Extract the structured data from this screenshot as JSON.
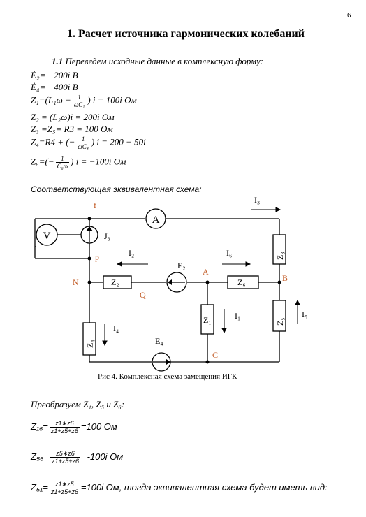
{
  "page_number": "6",
  "section_title": "1. Расчет источника гармонических колебаний",
  "subsection": {
    "number": "1.1",
    "text": "Переведем исходные данные в комплексную форму:"
  },
  "equations": {
    "e2": "Ė₂= −200i В",
    "e4": "Ė₄= −400i В",
    "z1_left": "Z₁=(L₁ω −",
    "z1_num": "1",
    "z1_den": "ωC₁",
    "z1_right": ") i = 100i Ом",
    "z2": "Z₂ = (L₂ω)i = 200i  Ом",
    "z3": "Z₃ =Z₅= R3  = 100 Ом",
    "z4_left": "Z₄=R4 + (−",
    "z4_num": "1",
    "z4_den": "ωC₄",
    "z4_right": ") i = 200 − 50i",
    "z6_left": "Z₆=(−",
    "z6_num": "1",
    "z6_den": "C₆ω",
    "z6_right": ") i = −100i Ом"
  },
  "circuit_intro": "Соответствующая эквивалентная схема:",
  "circuit_labels": {
    "f": "f",
    "I3": "I₃",
    "J3": "J₃",
    "p": "p",
    "I2": "I₂",
    "I6": "I₆",
    "E2": "E₂",
    "A": "A",
    "N": "N",
    "Z2": "Z₂",
    "Z6": "Z₆",
    "B": "B",
    "Q": "Q",
    "Z3": "Z₃",
    "Z1": "Z₁",
    "I1": "I₁",
    "Z5": "Z₅",
    "I5": "I₅",
    "I4": "I₄",
    "Z4": "Z₄",
    "E4": "E₄",
    "C": "C",
    "ammeter": "A",
    "voltmeter": "V"
  },
  "caption": "Рис 4. Комплексная схема замещения ИГК",
  "transform_intro": "Преобразуем Z₁, Z₅ и Z₆:",
  "transforms": {
    "z16_lhs": "Z₁₆=",
    "z16_num": "z1∗z6",
    "z16_den": "z1+z5+z6",
    "z16_rhs": "=100 Ом",
    "z56_lhs": "Z₅₆=",
    "z56_num": "z5∗z6",
    "z56_den": "z1+z5+z6",
    "z56_rhs": "=-100i Ом",
    "z51_lhs": "Z₅₁=",
    "z51_num": "z1∗z5",
    "z51_den": "z1+z5+z6",
    "z51_rhs": "=100i Ом, тогда эквивалентная схема будет иметь вид:"
  },
  "colors": {
    "node_label": "#c0561f",
    "line": "#000000"
  }
}
